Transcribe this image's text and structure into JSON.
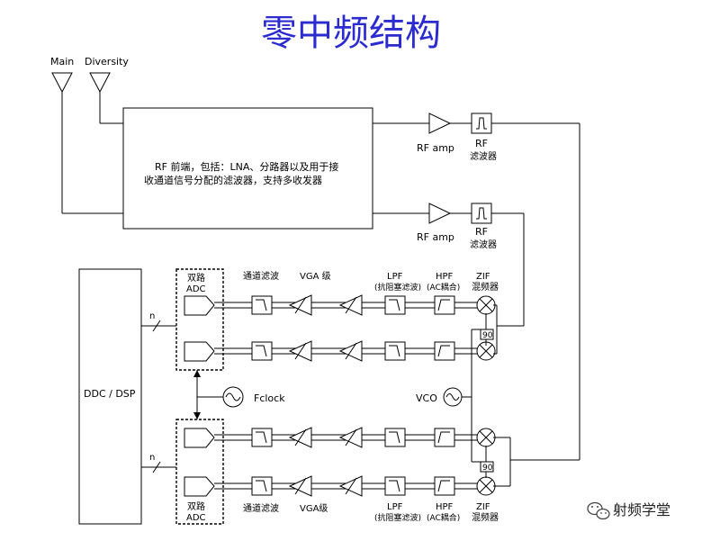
{
  "title": "零中频结构",
  "antennas": {
    "main": "Main",
    "diversity": "Diversity"
  },
  "rf_front": {
    "line1": "RF 前端，包括：LNA、分路器以及用于接",
    "line2": "收通道信号分配的滤波器，支持多收发器"
  },
  "rf_amp": "RF amp",
  "rf_filter": {
    "line1": "RF",
    "line2": "滤波器"
  },
  "dsp": "DDC / DSP",
  "adc": {
    "line1": "双路",
    "line2": "ADC"
  },
  "bus_n": "n",
  "fclock": "Fclock",
  "vco": "VCO",
  "phase": "90",
  "chain_labels_top": {
    "channel_filter": "通道滤波",
    "vga": "VGA 级",
    "lpf": "LPF",
    "lpf_sub": "(抗阻塞滤波)",
    "hpf": "HPF",
    "hpf_sub": "(AC耦合)",
    "zif": "ZIF",
    "mixer": "混频器"
  },
  "chain_labels_bottom": {
    "channel_filter": "通道滤波",
    "vga": "VGA级",
    "lpf": "LPF",
    "lpf_sub": "(抗阻塞滤波)",
    "hpf": "HPF",
    "hpf_sub": "(AC耦合)",
    "zif": "ZIF",
    "mixer": "混频器"
  },
  "watermark": "射频学堂"
}
